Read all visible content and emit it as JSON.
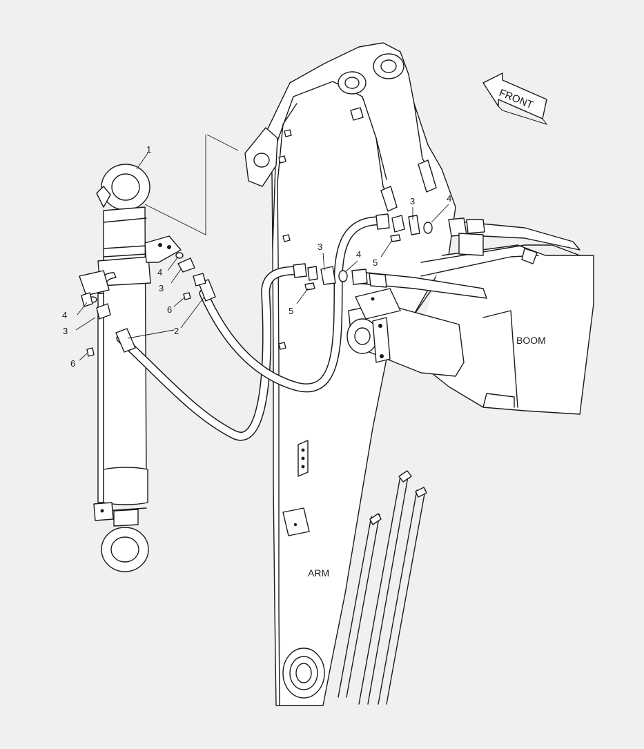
{
  "diagram": {
    "direction_label": "FRONT",
    "region_labels": {
      "boom": "BOOM",
      "arm": "ARM"
    },
    "callouts": [
      {
        "id": "c1",
        "text": "1"
      },
      {
        "id": "c2",
        "text": "2"
      },
      {
        "id": "c3a",
        "text": "3"
      },
      {
        "id": "c4a",
        "text": "4"
      },
      {
        "id": "c3b",
        "text": "3"
      },
      {
        "id": "c4b",
        "text": "4"
      },
      {
        "id": "c5a",
        "text": "5"
      },
      {
        "id": "c5b",
        "text": "5"
      },
      {
        "id": "c4c",
        "text": "4"
      },
      {
        "id": "c3c",
        "text": "3"
      },
      {
        "id": "c6a",
        "text": "6"
      },
      {
        "id": "c4d",
        "text": "4"
      },
      {
        "id": "c3d",
        "text": "3"
      },
      {
        "id": "c6b",
        "text": "6"
      }
    ],
    "colors": {
      "background": "#f0f0f0",
      "line": "#1a1a1a",
      "part_fill": "#ffffff"
    }
  }
}
